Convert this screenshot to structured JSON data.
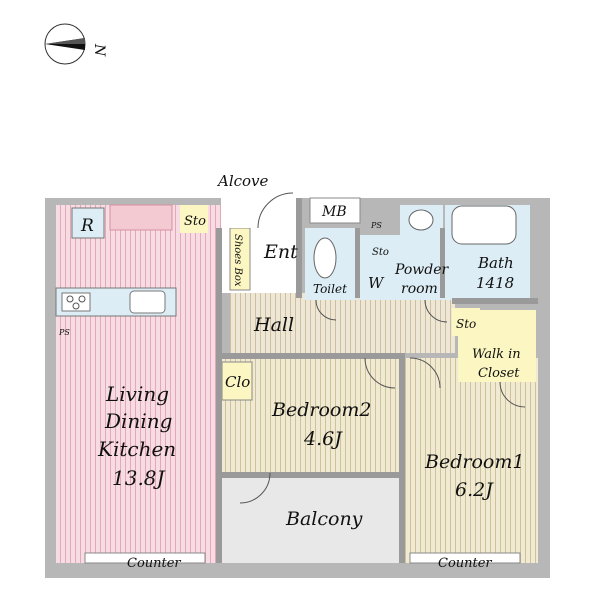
{
  "compass": {
    "label": "N"
  },
  "rooms": {
    "alcove": "Alcove",
    "mb": "MB",
    "sto_top": "Sto",
    "r": "R",
    "shoes_box": "Shoes Box",
    "ent": "Ent",
    "ps_small": "PS",
    "sto_small": "Sto",
    "toilet": "Toilet",
    "w": "W",
    "powder_1": "Powder",
    "powder_2": "room",
    "bath_1": "Bath",
    "bath_2": "1418",
    "ps_left": "PS",
    "hall": "Hall",
    "sto_right": "Sto",
    "walkin_1": "Walk in",
    "walkin_2": "Closet",
    "clo": "Clo",
    "ldk_1": "Living",
    "ldk_2": "Dining",
    "ldk_3": "Kitchen",
    "ldk_4": "13.8J",
    "bed2_1": "Bedroom2",
    "bed2_2": "4.6J",
    "bed1_1": "Bedroom1",
    "bed1_2": "6.2J",
    "balcony": "Balcony",
    "counter_left": "Counter",
    "counter_right": "Counter"
  },
  "colors": {
    "ldk_floor": "#f7dde3",
    "bedroom_floor": "#f1ead2",
    "hall_floor": "#eee7d6",
    "wet_floor": "#dcedf5",
    "closet_floor": "#fbf6c2",
    "wall": "#b7b7b7"
  }
}
